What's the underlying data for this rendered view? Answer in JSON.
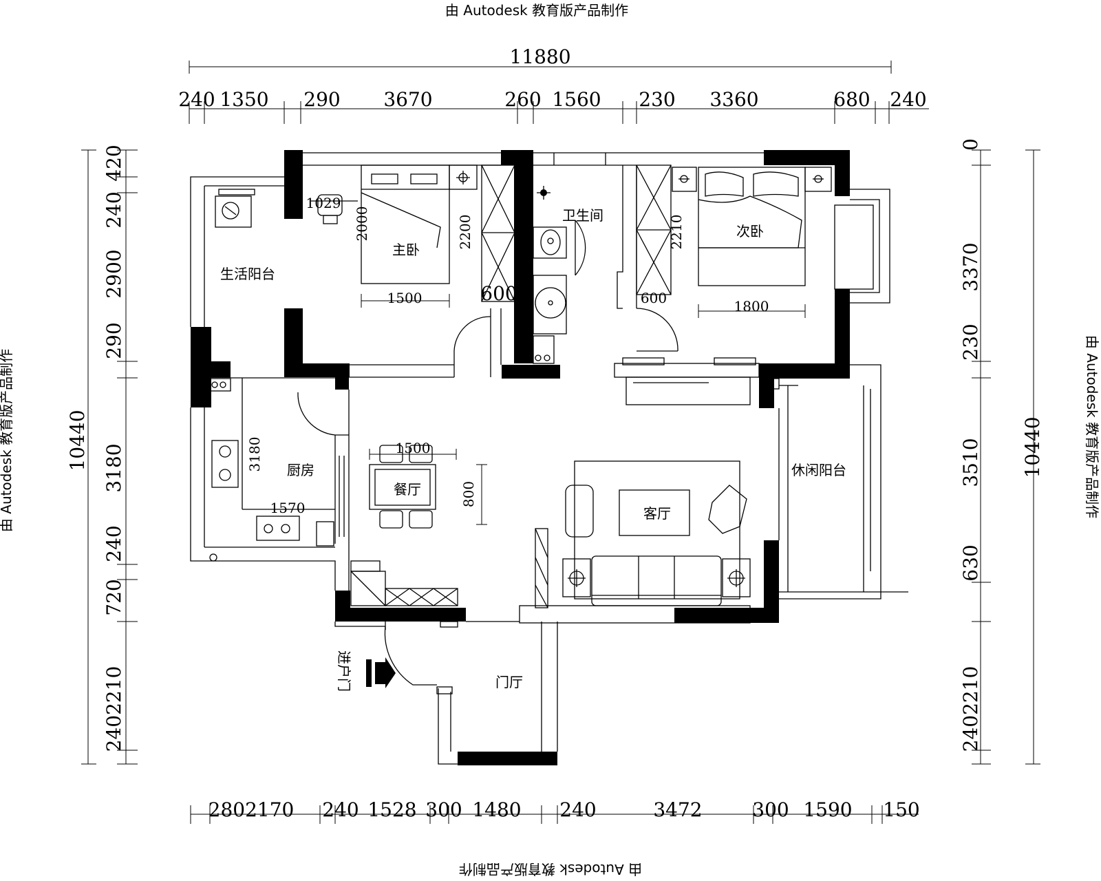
{
  "watermark": {
    "top": "由 Autodesk 教育版产品制作",
    "bottom": "由 Autodesk 教育版产品制作",
    "left": "由 Autodesk 教育版产品制作",
    "right": "由 Autodesk 教育版产品制作"
  },
  "dims_top": {
    "total": "11880",
    "segments": [
      "240",
      "1350",
      "290",
      "3670",
      "260",
      "1560",
      "230",
      "3360",
      "680",
      "240"
    ]
  },
  "dims_bottom": {
    "segments": [
      "2802170",
      "240",
      "1528",
      "300",
      "1480",
      "240",
      "3472",
      "300",
      "1590",
      "150"
    ]
  },
  "dims_left": {
    "total": "10440",
    "segments": [
      "420",
      "240",
      "2900",
      "290",
      "3180",
      "240",
      "720",
      "2402210"
    ]
  },
  "dims_right": {
    "total": "10440",
    "segments": [
      "0",
      "3370",
      "230",
      "3510",
      "630",
      "2402210"
    ]
  },
  "rooms": {
    "master_bedroom": "主卧",
    "second_bedroom": "次卧",
    "bathroom": "卫生间",
    "service_balcony": "生活阳台",
    "kitchen": "厨房",
    "dining": "餐厅",
    "living": "客厅",
    "leisure_balcony": "休闲阳台",
    "foyer": "门厅",
    "entrance": "进户门"
  },
  "inner_dims": {
    "desk": "1029",
    "master_bed_len": "2000",
    "master_bed_width": "1500",
    "master_wardrobe_h": "2200",
    "master_wardrobe_w": "600",
    "second_wardrobe_h": "2210",
    "second_wardrobe_w": "600",
    "second_bed_width": "1800",
    "dining_table_w": "1500",
    "dining_table_d": "800",
    "kitchen_h": "3180",
    "kitchen_w": "1570"
  }
}
